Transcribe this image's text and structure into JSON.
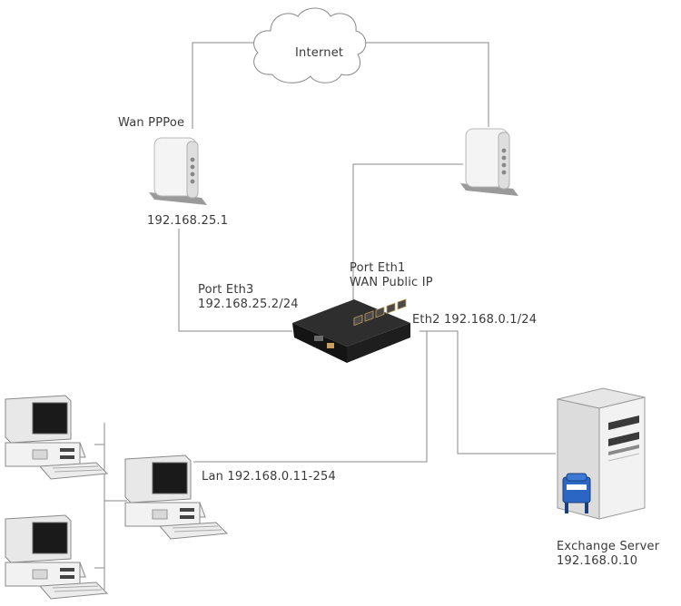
{
  "diagram": {
    "cloud": {
      "label": "Internet"
    },
    "wan_router": {
      "name_label": "Wan PPPoe",
      "ip_label": "192.168.25.1"
    },
    "modem_right": {},
    "main_router": {
      "eth1_label": [
        "Port Eth1",
        "WAN Public IP"
      ],
      "eth3_label": [
        "Port Eth3",
        "192.168.25.2/24"
      ],
      "eth2_label": "Eth2 192.168.0.1/24"
    },
    "lan": {
      "label": "Lan 192.168.0.11-254"
    },
    "server": {
      "name_label": "Exchange Server",
      "ip_label": "192.168.0.10"
    }
  },
  "colors": {
    "wire": "#8a8a8a",
    "router_body": "#1e1e1e",
    "server_accent": "#2b66c4",
    "modem_body": "#f4f4f4"
  }
}
